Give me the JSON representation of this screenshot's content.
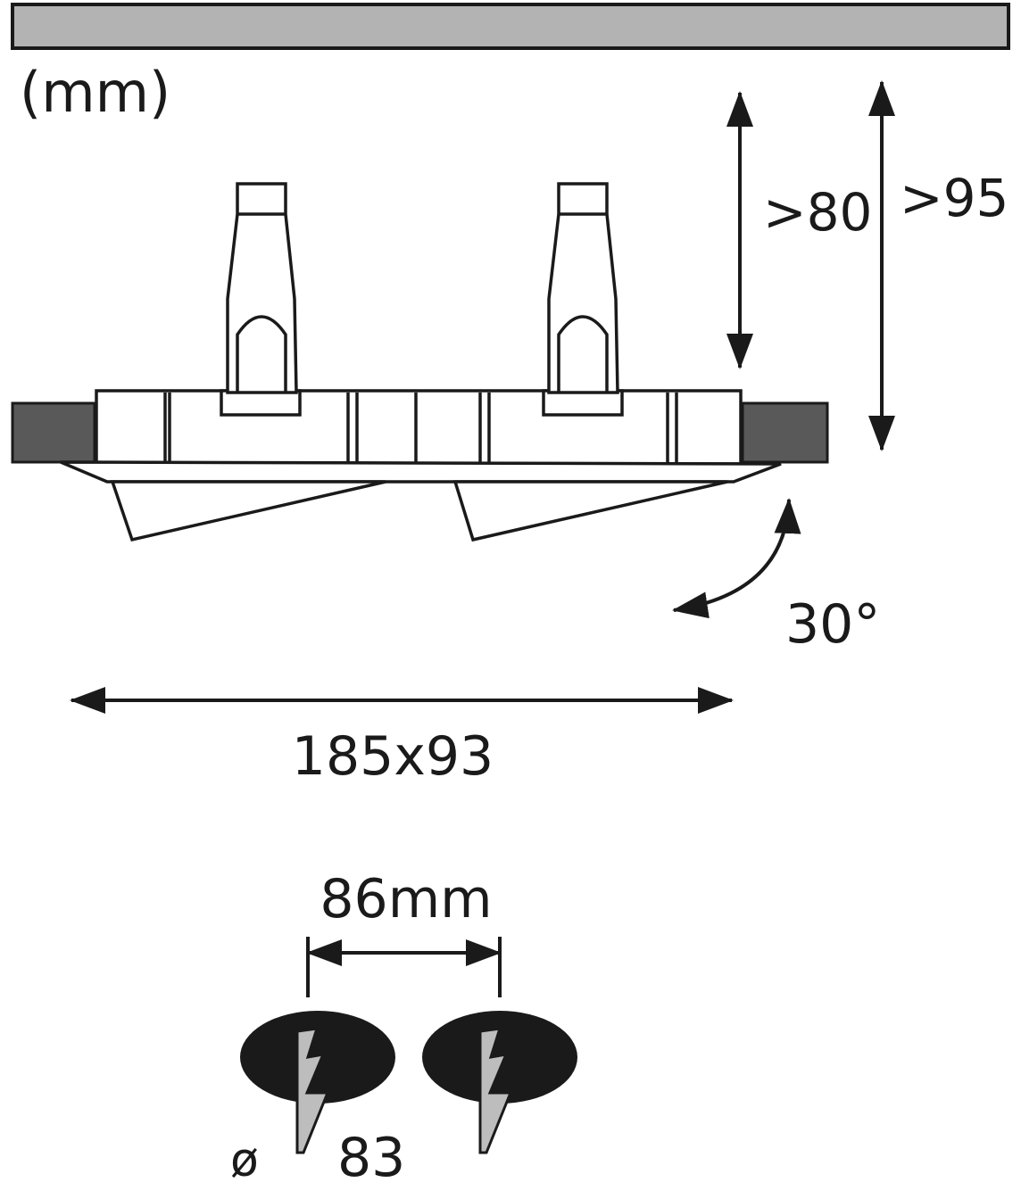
{
  "units_label": "(mm)",
  "dimensions": {
    "depth_min": ">80",
    "depth_total": ">95",
    "tilt_angle": "30°",
    "outer_size": "185x93",
    "hole_spacing": "86mm",
    "cutout_symbol": "ø",
    "cutout_diameter": "83"
  },
  "colors": {
    "ceiling": "#b3b3b3",
    "outline": "#1a1a1a",
    "insulation": "#595959",
    "hole": "#1a1a1a",
    "fracture": "#bdbdbd"
  }
}
